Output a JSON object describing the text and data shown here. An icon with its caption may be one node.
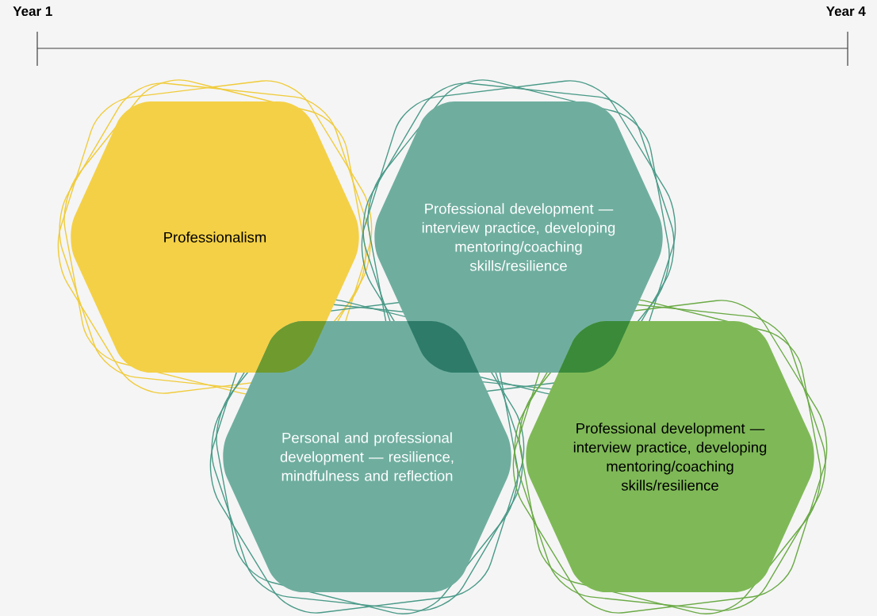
{
  "diagram": {
    "nodes": [
      {
        "text": [
          "Professionalism"
        ]
      },
      {
        "text": [
          "Professional development — interview practice, developing mentoring/coaching skills/resilience"
        ]
      },
      {
        "text": [
          "Personal and professional development — resilience, mindfulness and reflection"
        ]
      },
      {
        "text": [
          "Professional development — interview practice, developing mentoring/coaching skills/resilience"
        ]
      }
    ],
    "labels": [
      "Year 1",
      "Year 4"
    ]
  }
}
